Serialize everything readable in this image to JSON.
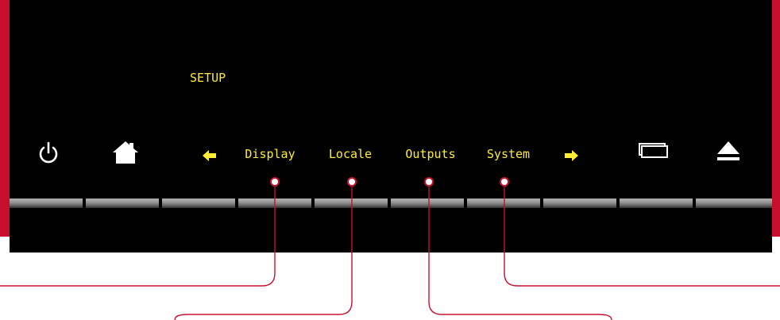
{
  "screen": {
    "title": "SETUP",
    "menu": [
      {
        "key": "display",
        "label": "Display"
      },
      {
        "key": "locale",
        "label": "Locale"
      },
      {
        "key": "outputs",
        "label": "Outputs"
      },
      {
        "key": "system",
        "label": "System"
      }
    ]
  },
  "icons": {
    "power": "power-icon",
    "home": "home-icon",
    "prev": "left-arrow-icon",
    "next": "right-arrow-icon",
    "screen": "screen-toggle-icon",
    "eject": "eject-icon"
  },
  "colors": {
    "frame": "#c8102e",
    "panel": "#000000",
    "label": "#ffee33",
    "icon_white": "#ffffff",
    "callout": "#c8102e"
  }
}
